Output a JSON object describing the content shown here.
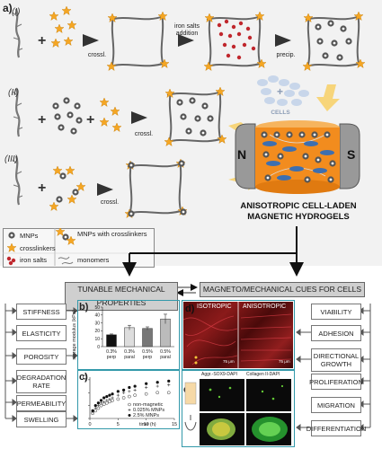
{
  "panel_a": {
    "label": "a)",
    "route_1": "(I)",
    "route_2": "(II)",
    "route_3": "(III)",
    "step_crossl_1": "crossl.",
    "step_iron_salts": "iron salts addition",
    "step_precip": "precip.",
    "step_crossl_2": "crossl.",
    "step_crossl_3": "crossl.",
    "cells_label": "CELLS",
    "magnet_n": "N",
    "magnet_s": "S",
    "hydrogel_title_1": "ANISOTROPIC CELL-LADEN",
    "hydrogel_title_2": "MAGNETIC HYDROGELS",
    "legend": {
      "mnps": "MNPs",
      "mnps_crosslinkers": "MNPs with crosslinkers",
      "crosslinkers": "crosslinkers",
      "iron_salts": "iron salts",
      "monomers": "monomers"
    }
  },
  "headers": {
    "left": "TUNABLE MECHANICAL PROPERTIES",
    "right": "MAGNETO/MECHANICAL CUES FOR CELLS"
  },
  "left_properties": [
    "STIFFNESS",
    "ELASTICITY",
    "POROSITY",
    "DEGRADATION RATE",
    "PERMEABILITY",
    "SWELLING"
  ],
  "right_properties": [
    "VIABILITY",
    "ADHESION",
    "DIRECTIONAL GROWTH",
    "PROLIFERATION",
    "MIGRATION",
    "DIFFERENTIATION"
  ],
  "panel_b": {
    "label": "b)",
    "ylabel": "storage modulus (kPa)"
  },
  "panel_c": {
    "label": "c)",
    "ylabel": "Q",
    "xlabel": "time (h)"
  },
  "panel_d": {
    "label": "d)",
    "isotropic": "ISOTROPIC",
    "anisotropic": "ANISOTROPIC",
    "scale_1": "75 μm",
    "scale_2": "75 μm"
  },
  "panel_e": {
    "label": "e)",
    "title_1": "Aggr.-SOX9-DAPI",
    "title_2": "Collagen II-DAPI"
  },
  "colors": {
    "arrow_yellow": "#f7d57a",
    "teal": "#3399aa",
    "magnet_orange": "#f28c1e",
    "cell_blue": "#3d6fb0"
  },
  "chart_data": [
    {
      "type": "bar",
      "panel": "b",
      "categories": [
        "0.3%\nperp",
        "0.3%\nparal",
        "0.5%\nperp",
        "0.5%\nparal"
      ],
      "values": [
        15,
        24,
        23,
        35
      ],
      "errors": [
        1,
        3,
        2,
        6
      ],
      "fills": [
        "#111111",
        "#dddddd",
        "#777777",
        "#bbbbbb"
      ],
      "xlabel": "",
      "ylabel": "storage modulus (kPa)",
      "ylim": [
        0,
        50
      ],
      "yticks": [
        0,
        10,
        20,
        30,
        40,
        50
      ]
    },
    {
      "type": "scatter",
      "panel": "c",
      "xlabel": "time (h)",
      "ylabel": "Q",
      "xlim": [
        0,
        15
      ],
      "ylim": [
        0,
        16
      ],
      "xticks": [
        0,
        5,
        10,
        15
      ],
      "yticks": [
        0,
        5,
        10,
        15
      ],
      "series": [
        {
          "name": "non-magnetic",
          "marker": "open",
          "x": [
            0.5,
            1,
            1.5,
            2,
            2.5,
            3,
            3.5,
            4,
            5,
            6,
            7,
            8,
            10,
            12,
            14
          ],
          "y": [
            2,
            3,
            4,
            5,
            5.5,
            6,
            6.5,
            7,
            7.5,
            8,
            8.5,
            9,
            9.5,
            10,
            10
          ]
        },
        {
          "name": "0.025% MNPs",
          "marker": "cross",
          "x": [
            0.5,
            1,
            1.5,
            2,
            2.5,
            3,
            3.5,
            4,
            5,
            6,
            7,
            8,
            10,
            12,
            14
          ],
          "y": [
            2.5,
            4,
            5,
            6,
            6.5,
            7,
            7.5,
            8,
            9,
            10,
            10.5,
            11,
            12,
            12.5,
            13
          ]
        },
        {
          "name": "2.5% MNPs",
          "marker": "filled",
          "x": [
            0.5,
            1,
            1.5,
            2,
            2.5,
            3,
            3.5,
            4,
            5,
            6,
            7,
            8,
            10,
            12,
            14
          ],
          "y": [
            3,
            5,
            6,
            7,
            8,
            8.5,
            9,
            9.5,
            10.5,
            11,
            12,
            12.5,
            13.5,
            14,
            14.5
          ]
        }
      ]
    }
  ]
}
